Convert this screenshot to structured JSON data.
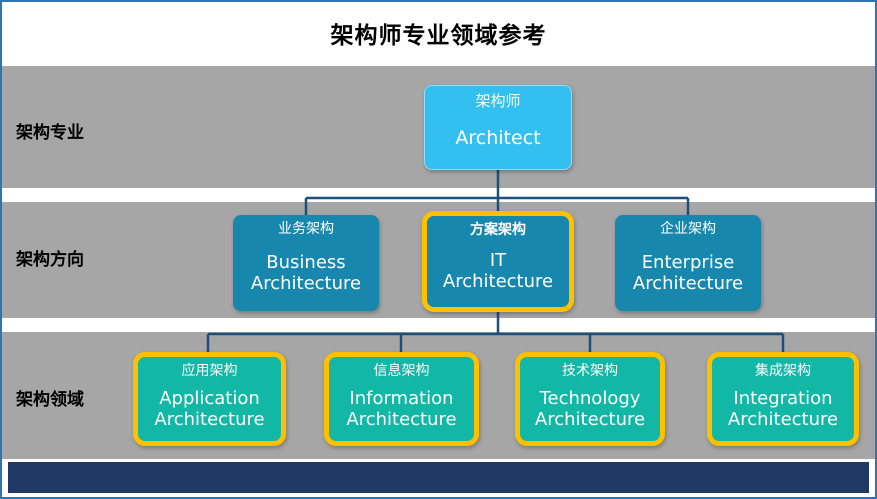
{
  "title": "架构师专业领域参考",
  "rows": [
    {
      "label": "架构专业"
    },
    {
      "label": "架构方向"
    },
    {
      "label": "架构领域"
    }
  ],
  "nodes": {
    "architect": {
      "zh": "架构师",
      "en": "Architect"
    },
    "business": {
      "zh": "业务架构",
      "en": "Business\nArchitecture"
    },
    "it": {
      "zh": "方案架构",
      "en": "IT\nArchitecture"
    },
    "enterprise": {
      "zh": "企业架构",
      "en": "Enterprise\nArchitecture"
    },
    "application": {
      "zh": "应用架构",
      "en": "Application\nArchitecture"
    },
    "information": {
      "zh": "信息架构",
      "en": "Information\nArchitecture"
    },
    "technology": {
      "zh": "技术架构",
      "en": "Technology\nArchitecture"
    },
    "integration": {
      "zh": "集成架构",
      "en": "Integration\nArchitecture"
    }
  },
  "colors": {
    "band_gray": "#a6a6a6",
    "level1_fill": "#33bff0",
    "level2_fill": "#1787ad",
    "level3_fill": "#12b8a5",
    "gold_border": "#ffc000",
    "connector": "#1f4e79",
    "bottom_bar": "#1f3864",
    "outer_border": "#2e75b6",
    "text_white": "#ffffff",
    "title_text": "#000000"
  }
}
